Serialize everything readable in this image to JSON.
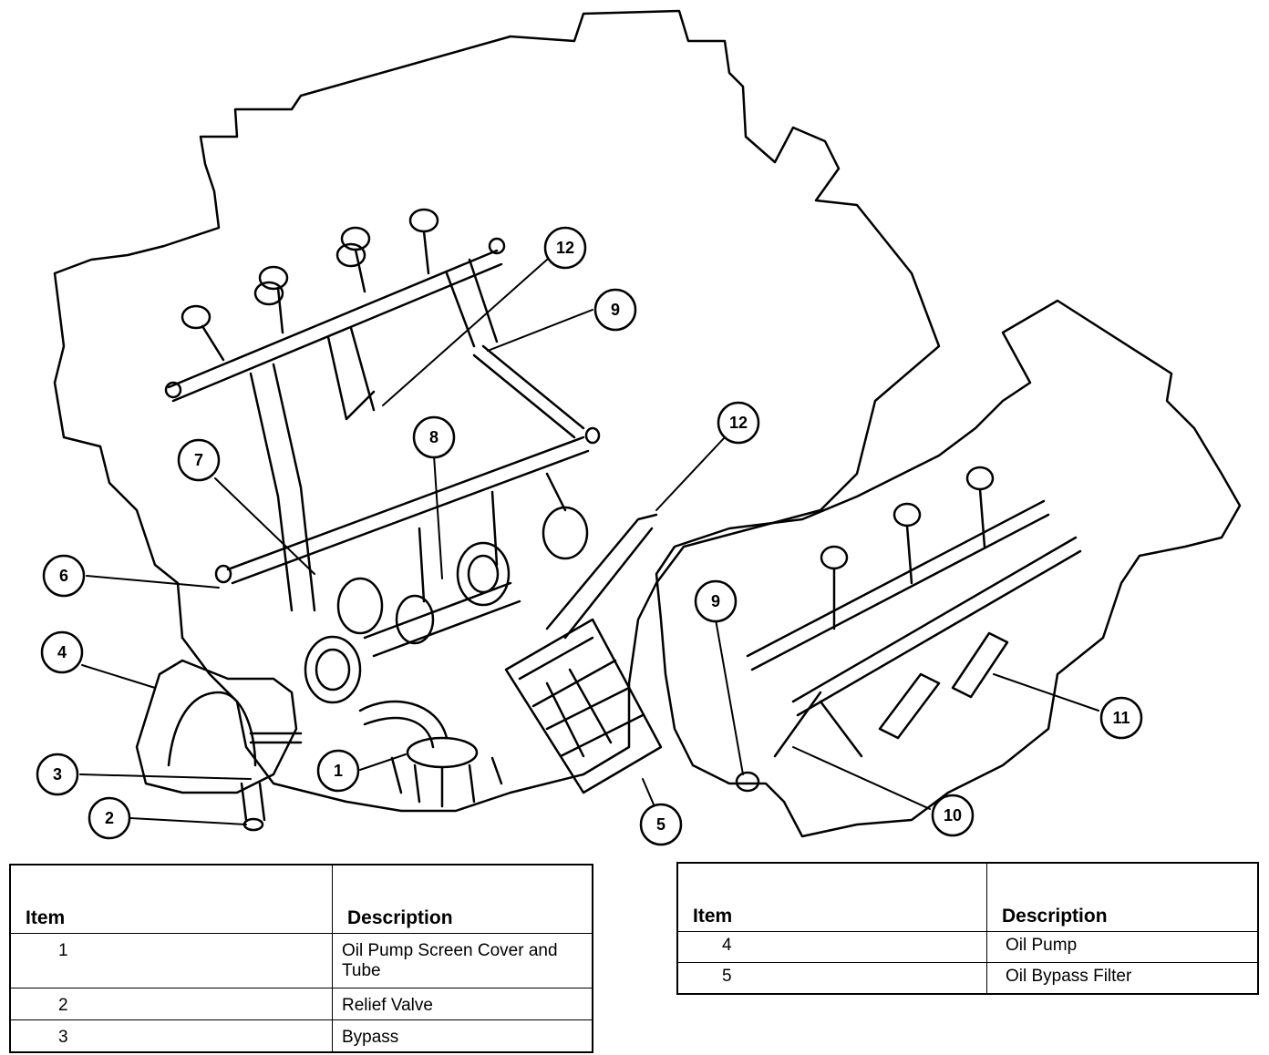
{
  "callouts": [
    "12",
    "9",
    "8",
    "12",
    "7",
    "6",
    "4",
    "9",
    "3",
    "1",
    "2",
    "5",
    "10",
    "11"
  ],
  "legend_left": {
    "header_item": "Item",
    "header_description": "Description",
    "rows": [
      {
        "item": "1",
        "description": "Oil Pump Screen Cover and Tube"
      },
      {
        "item": "2",
        "description": "Relief Valve"
      },
      {
        "item": "3",
        "description": "Bypass"
      }
    ]
  },
  "legend_right": {
    "header_item": "Item",
    "header_description": "Description",
    "rows": [
      {
        "item": "4",
        "description": "Oil Pump"
      },
      {
        "item": "5",
        "description": "Oil Bypass Filter"
      }
    ]
  }
}
